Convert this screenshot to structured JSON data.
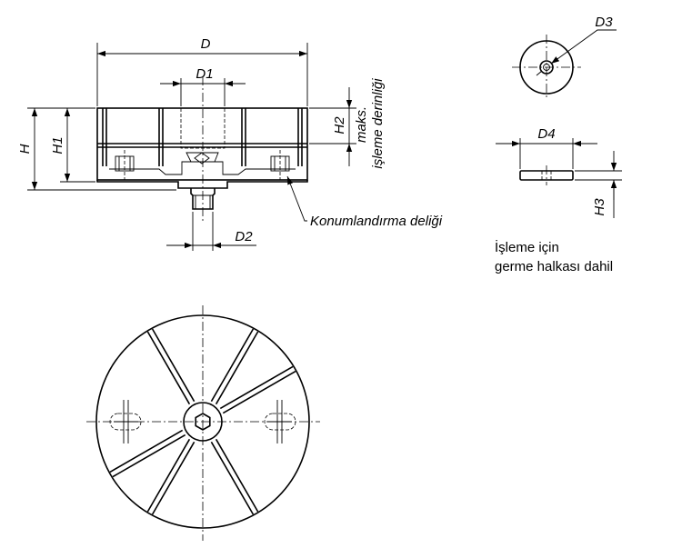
{
  "labels": {
    "D": "D",
    "D1": "D1",
    "D2": "D2",
    "D3": "D3",
    "D4": "D4",
    "H": "H",
    "H1": "H1",
    "H2": "H2",
    "H3": "H3",
    "max_depth_line1": "maks.",
    "max_depth_line2": "işleme derinliği",
    "positioning_hole": "Konumlandırma deliği",
    "note_line1": "İşleme için",
    "note_line2": "germe halkası dahil"
  }
}
